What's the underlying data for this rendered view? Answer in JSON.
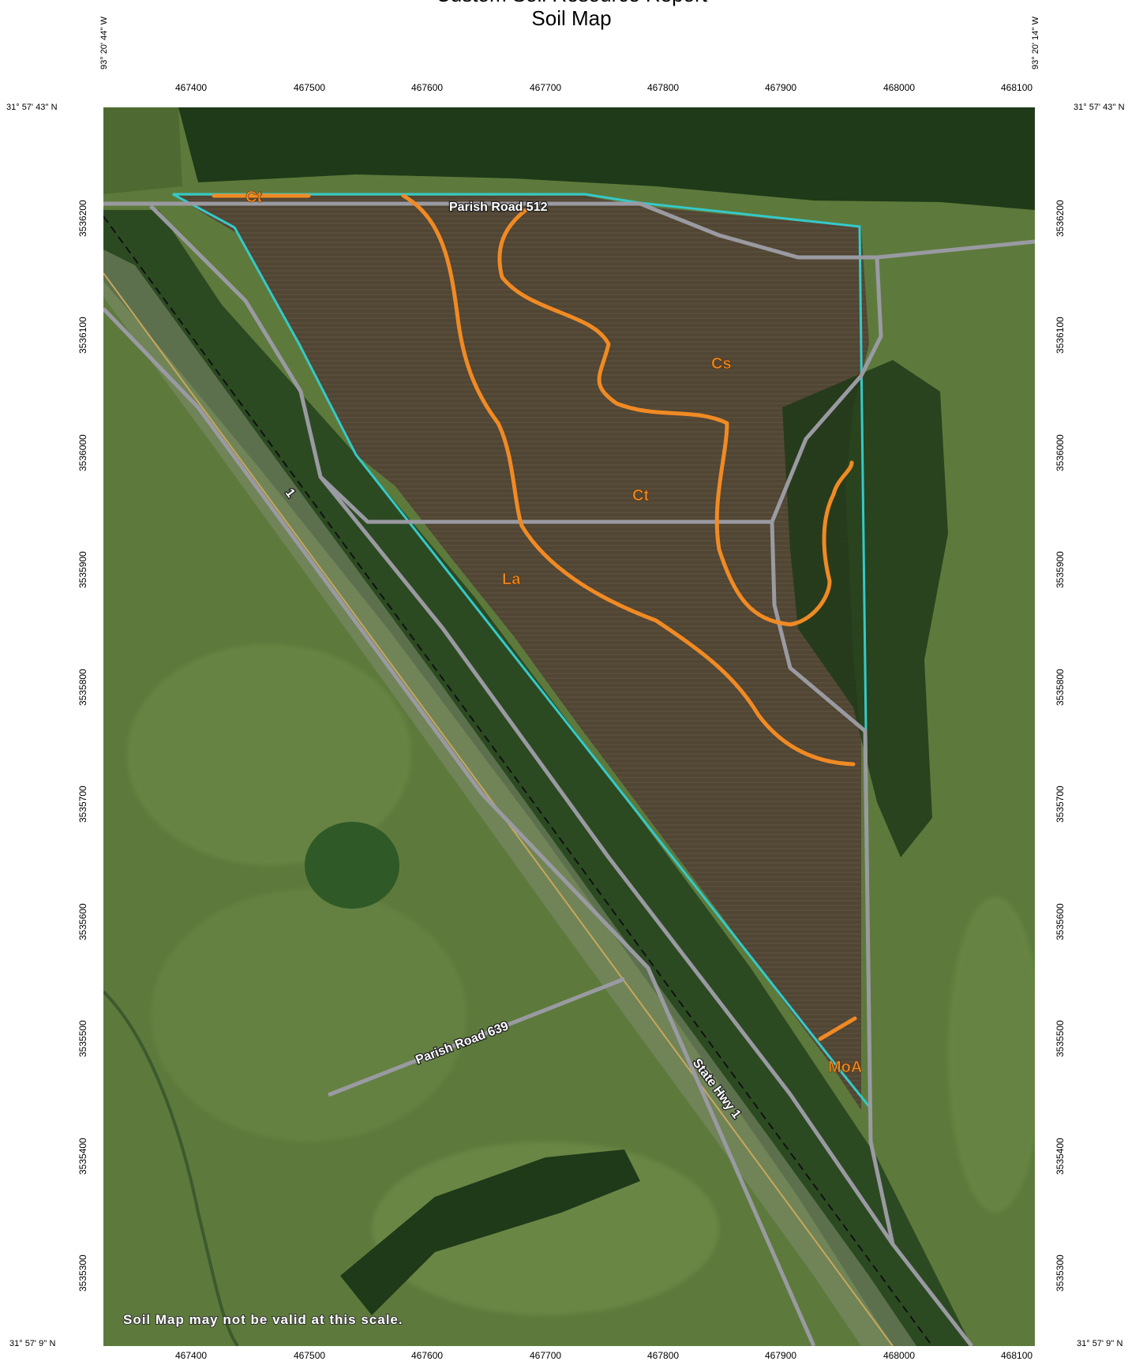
{
  "title_line1": "Custom Soil Resource Report",
  "title_line2": "Soil Map",
  "corners": {
    "top_left_lon": "93° 20' 44'' W",
    "top_right_lon": "93° 20' 14'' W",
    "top_left_lat": "31° 57' 43'' N",
    "top_right_lat": "31° 57' 43'' N",
    "bottom_left_lat": "31° 57' 9'' N",
    "bottom_right_lat": "31° 57' 9'' N"
  },
  "easting_ticks": [
    "467400",
    "467500",
    "467600",
    "467700",
    "467800",
    "467900",
    "468000",
    "468100"
  ],
  "northing_ticks": [
    "3536200",
    "3536100",
    "3536000",
    "3535900",
    "3535800",
    "3535700",
    "3535600",
    "3535500",
    "3535400",
    "3535300"
  ],
  "soil_units": [
    "Ct",
    "Cs",
    "Ct",
    "La",
    "MoA"
  ],
  "roads": [
    "Parish Road 512",
    "Parish Road 639",
    "State Hwy 1",
    "1"
  ],
  "notice": "Soil Map may not be valid at this scale.",
  "colors": {
    "soil_line": "#f08a24",
    "boundary": "#35c9c9",
    "road": "#9a9aa2",
    "field": "#514533",
    "pasture": "#5d7a3c",
    "trees": "#1f3a18"
  }
}
